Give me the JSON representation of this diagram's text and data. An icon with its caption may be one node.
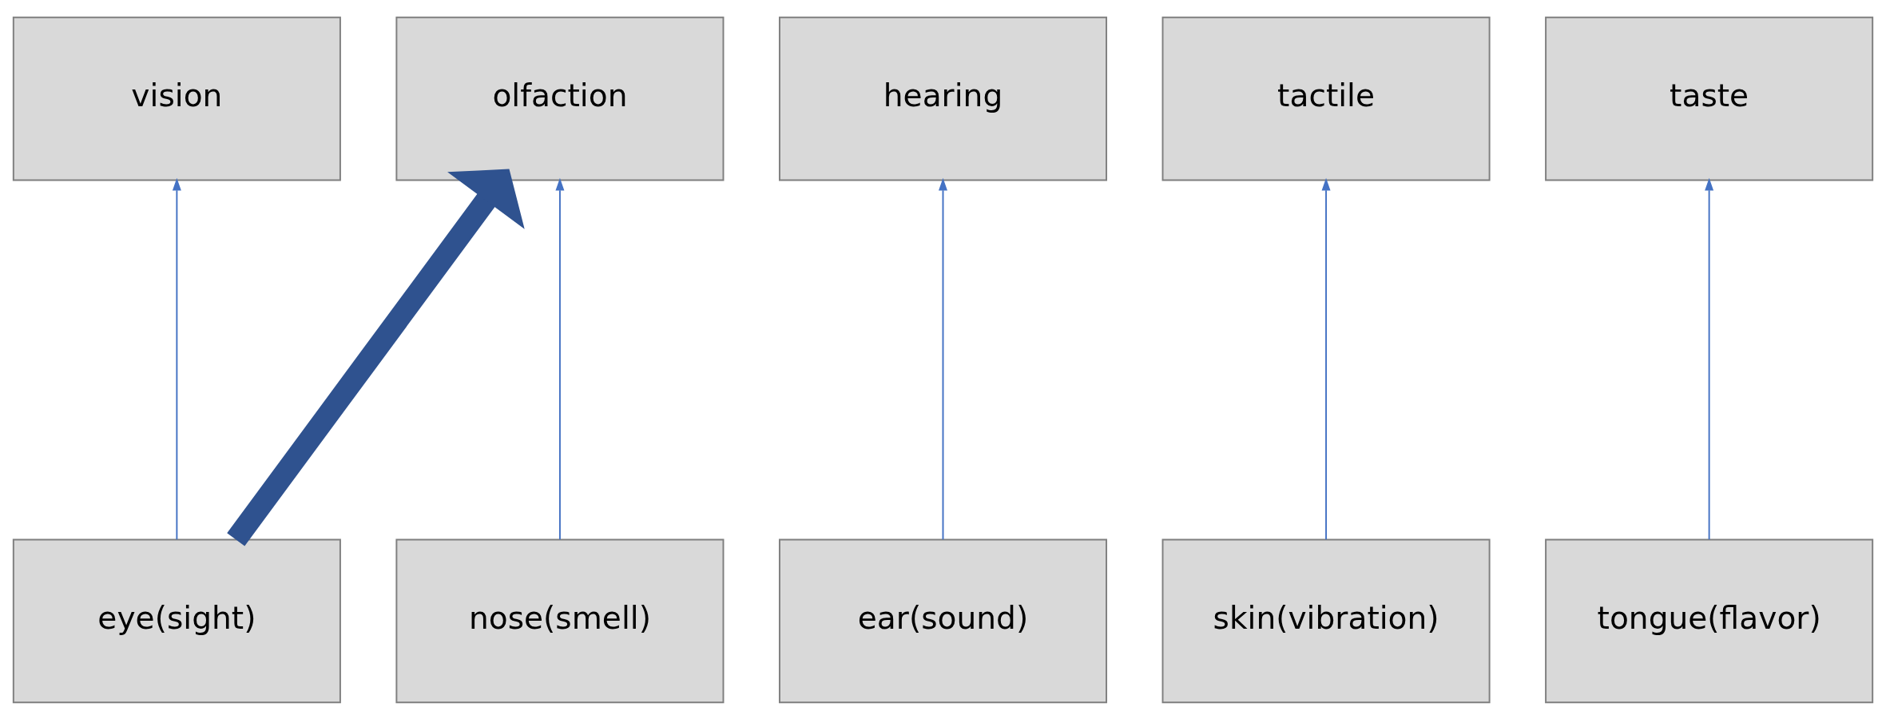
{
  "diagram": {
    "nodes": [
      {
        "text": [
          "vision"
        ]
      },
      {
        "text": [
          "hearing"
        ]
      },
      {
        "text": [
          "tactile"
        ]
      },
      {
        "text": [
          "olfaction"
        ]
      },
      {
        "text": [
          "taste"
        ]
      },
      {
        "text": [
          "eye(sight)"
        ]
      },
      {
        "text": [
          "ear(sound)"
        ]
      },
      {
        "text": [
          "skin(vibration)"
        ]
      },
      {
        "text": [
          "nose(smell)"
        ]
      },
      {
        "text": [
          "tongue(flavor)"
        ]
      }
    ],
    "edges": [
      {
        "from": 5,
        "to": 0,
        "arrow": "to"
      },
      {
        "from": 6,
        "to": 1,
        "arrow": "to"
      },
      {
        "from": 7,
        "to": 2,
        "arrow": "to"
      },
      {
        "from": 8,
        "to": 3,
        "arrow": "to"
      },
      {
        "from": 9,
        "to": 4,
        "arrow": "to"
      },
      {
        "from": 5,
        "to": 3,
        "arrow": "to",
        "style": "thick"
      }
    ]
  }
}
